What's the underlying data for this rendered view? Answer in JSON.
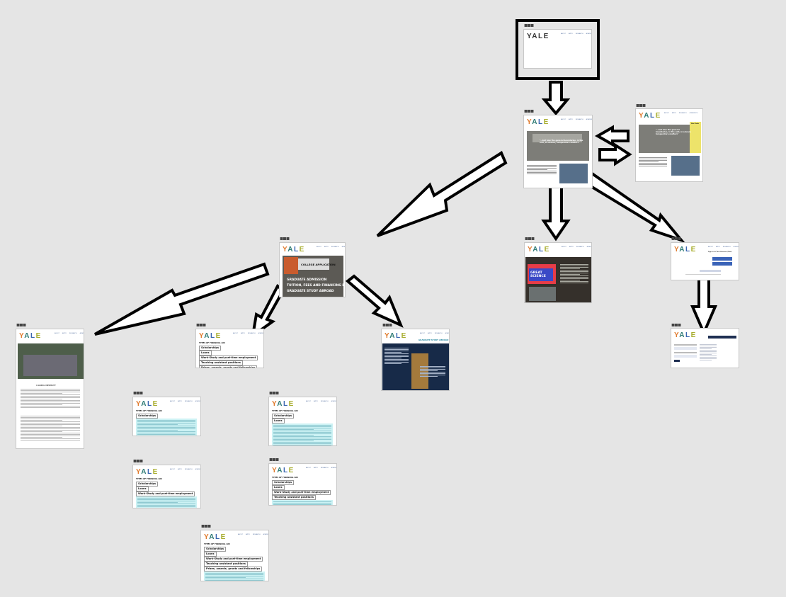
{
  "brand": "YALE",
  "nav": [
    "ABOUT",
    "APPLY",
    "RESEARCH",
    "ACADEMICS"
  ],
  "overlay_chip": "Site Tools",
  "financial_title": "TYPES OF FINANCIAL AID",
  "financial_items": [
    "Scholarships",
    "Loans",
    "Work-Study and part-time employment",
    "Teaching assistant positions",
    "Prizes, awards, grants and fellowships"
  ],
  "hero_quotes": {
    "home": "\"…but how the general boundaries, in the unit, in science, temperature matters\"",
    "overlay": "\"…but how the general boundaries, in the unit, in science temperature matters\""
  },
  "admissions_links": [
    "GRADUATE ADMISSION",
    "TUITION, FEES AND FINANCING EDUCATION",
    "GRADUATE STUDY ABROAD"
  ],
  "college_application": "COLLEGE APPLICATION",
  "study_abroad_banner": "GRADUATE STUDY ABROAD",
  "great_science": "GREAT SCIENCE",
  "signin_title": "Sign in to Your Account (Yale)",
  "article_heading": "A GLOBAL UNIVERSITY",
  "menu_glyph": "▪▪▪"
}
